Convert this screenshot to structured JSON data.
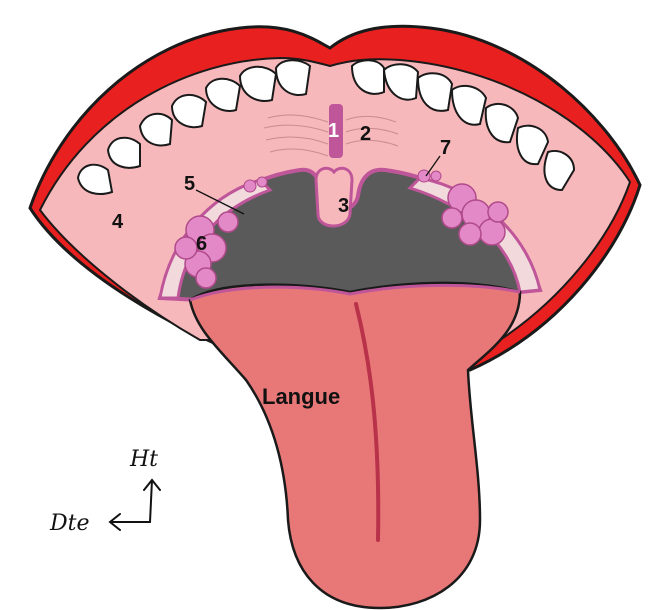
{
  "labels": {
    "n1": "1",
    "n2": "2",
    "n3": "3",
    "n4": "4",
    "n5": "5",
    "n6": "6",
    "n7": "7",
    "tongue": "Langue"
  },
  "orientation": {
    "up": "Ht",
    "right": "Dte"
  },
  "colors": {
    "lips": "#e8201f",
    "lip_outline": "#1a1a1a",
    "palate": "#f7b8bb",
    "tongue": "#e87878",
    "throat": "#5a5a5a",
    "rim": "#c0569a",
    "tonsil": "#e389c7",
    "teeth": "#ffffff"
  }
}
